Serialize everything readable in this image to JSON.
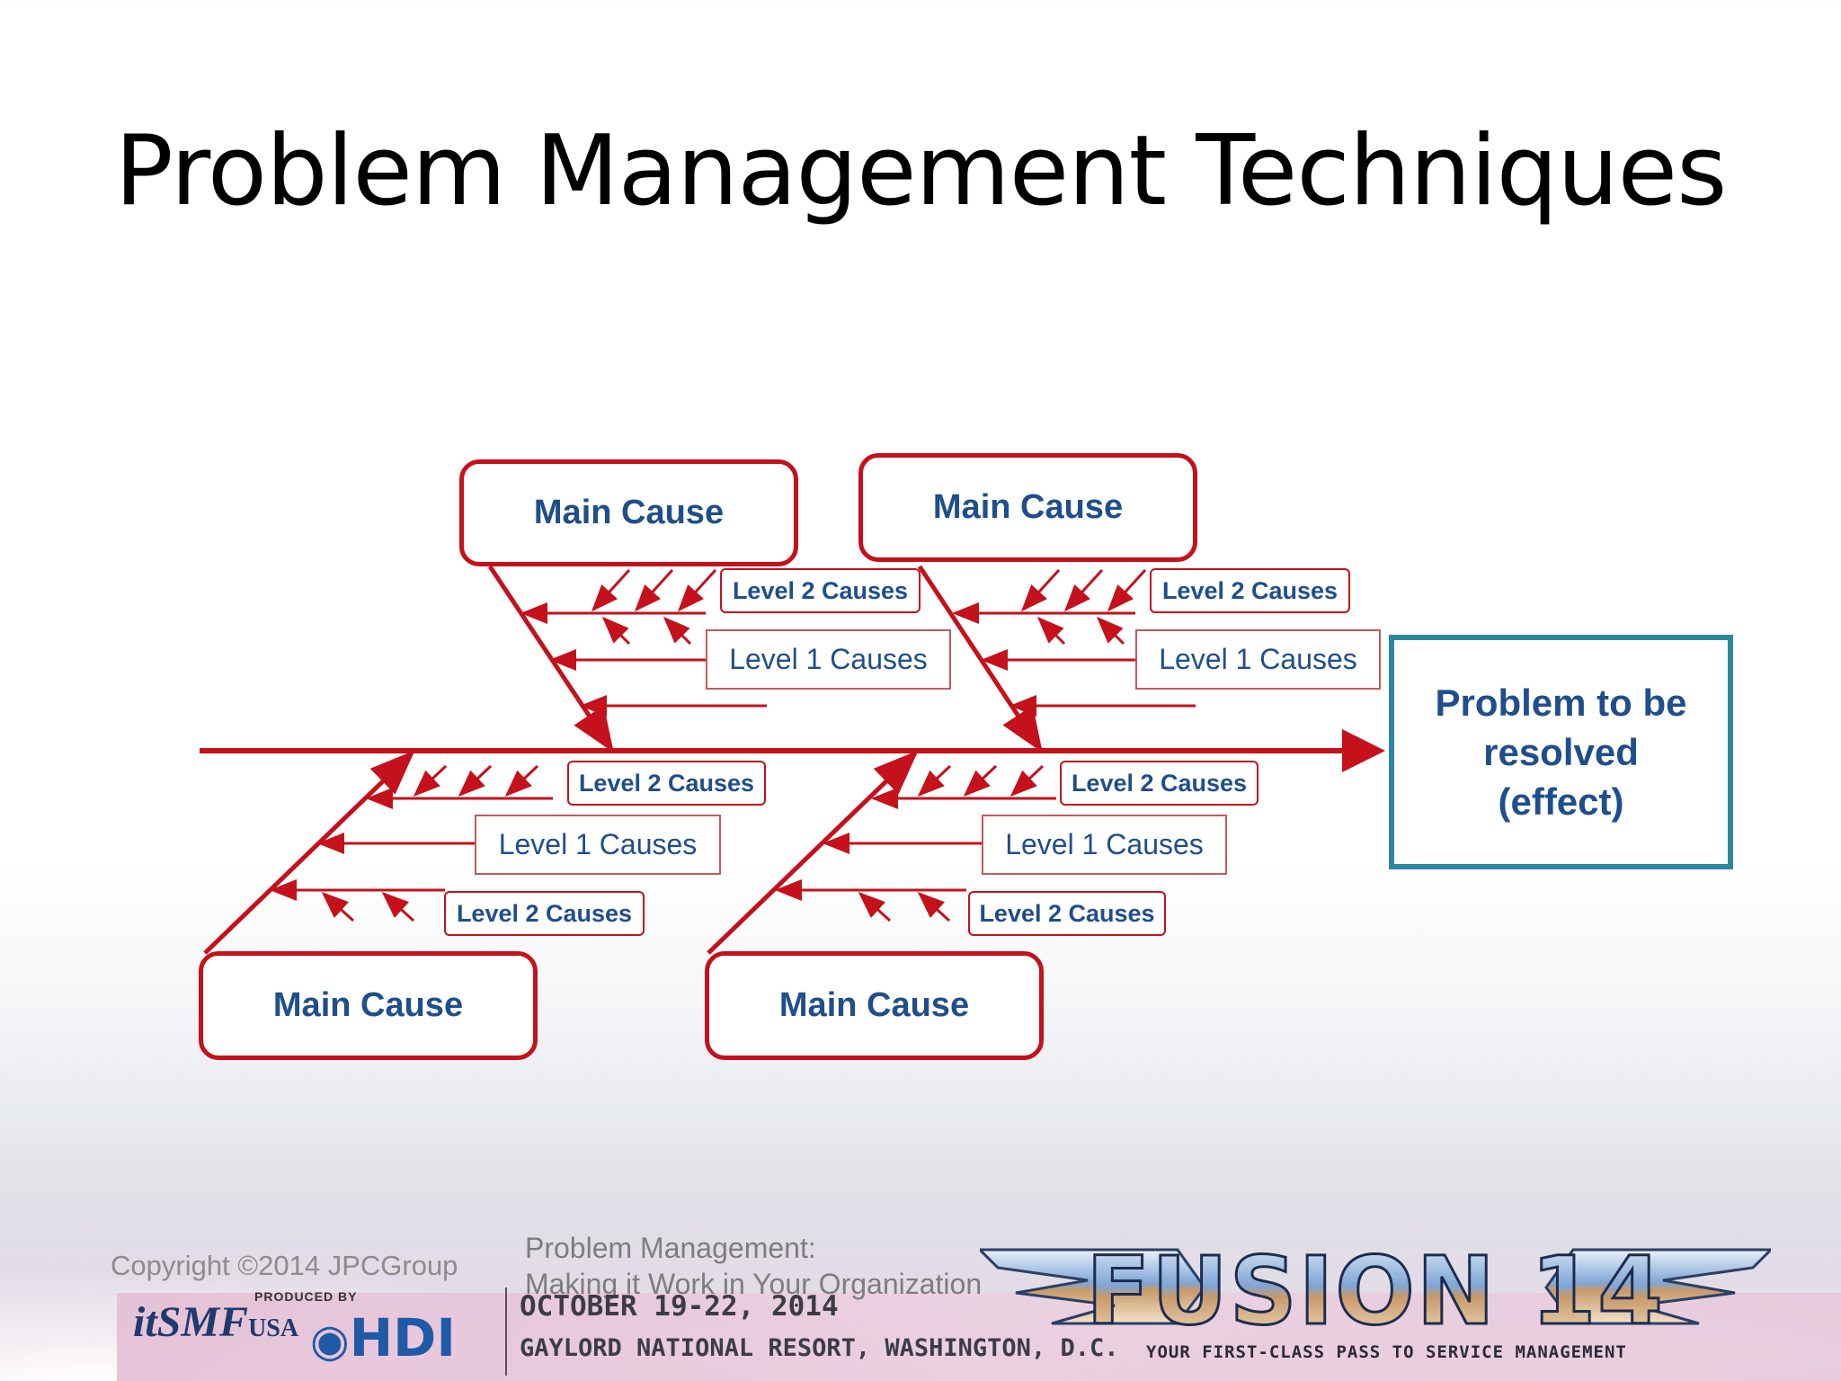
{
  "slide": {
    "title": "Problem Management Techniques"
  },
  "diagram": {
    "effect": [
      "Problem to be",
      "resolved",
      "(effect)"
    ],
    "main_cause_label": "Main Cause",
    "level1_label": "Level 1 Causes",
    "level2_label": "Level 2 Causes"
  },
  "footer": {
    "copyright": "Copyright ©2014 JPCGroup",
    "presentation_title": [
      "Problem Management:",
      "Making it Work in Your Organization"
    ],
    "produced_by": "PRODUCED BY",
    "itsmf": "itSMF",
    "itsmf_suffix": "USA",
    "hdi": "HDI",
    "event_dates": "OCTOBER 19-22, 2014",
    "event_venue": "GAYLORD NATIONAL RESORT, WASHINGTON, D.C.",
    "logo_text": "FUSION 14",
    "tagline": "YOUR FIRST-CLASS PASS TO SERVICE MANAGEMENT"
  },
  "colors": {
    "bone": "#c4111b",
    "text": "#1f4e8c",
    "effect_border": "#2e87a0"
  }
}
